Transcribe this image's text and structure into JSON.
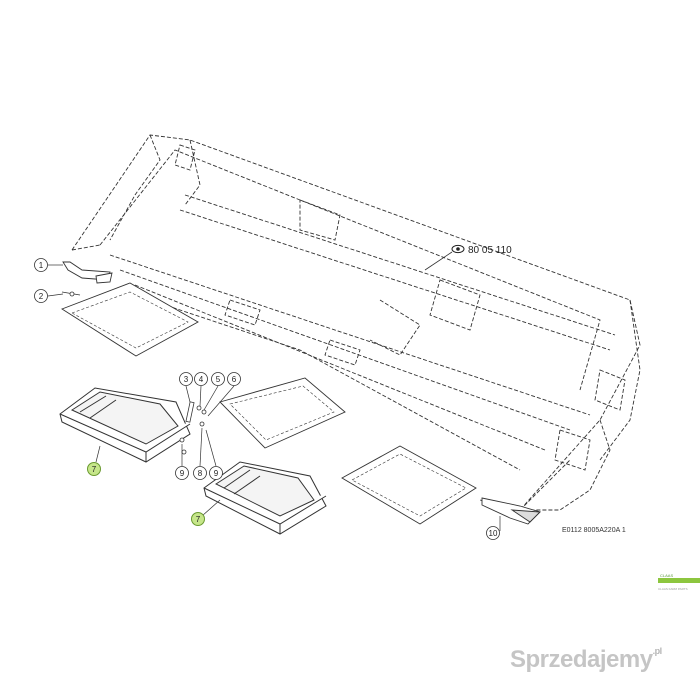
{
  "reference": {
    "text": "80 05 110"
  },
  "drawing_code": "E0112 8005A220A 1",
  "brand": {
    "line1": "CLAAS",
    "line2": "CLAAS FARM PARTS",
    "color": "#8dc63f"
  },
  "watermark": {
    "name": "Sprzedajemy",
    "tld": ".pl"
  },
  "colors": {
    "line": "#333333",
    "highlight": "#c6e68a",
    "highlight_stroke": "#6a9a30"
  },
  "callouts": [
    {
      "id": "1",
      "label": "1",
      "highlighted": false
    },
    {
      "id": "2",
      "label": "2",
      "highlighted": false
    },
    {
      "id": "3",
      "label": "3",
      "highlighted": false
    },
    {
      "id": "4",
      "label": "4",
      "highlighted": false
    },
    {
      "id": "5",
      "label": "5",
      "highlighted": false
    },
    {
      "id": "6",
      "label": "6",
      "highlighted": false
    },
    {
      "id": "7a",
      "label": "7",
      "highlighted": true
    },
    {
      "id": "7b",
      "label": "7",
      "highlighted": true
    },
    {
      "id": "8",
      "label": "8",
      "highlighted": false
    },
    {
      "id": "9a",
      "label": "9",
      "highlighted": false
    },
    {
      "id": "9b",
      "label": "9",
      "highlighted": false
    },
    {
      "id": "10",
      "label": "10",
      "highlighted": false
    }
  ]
}
